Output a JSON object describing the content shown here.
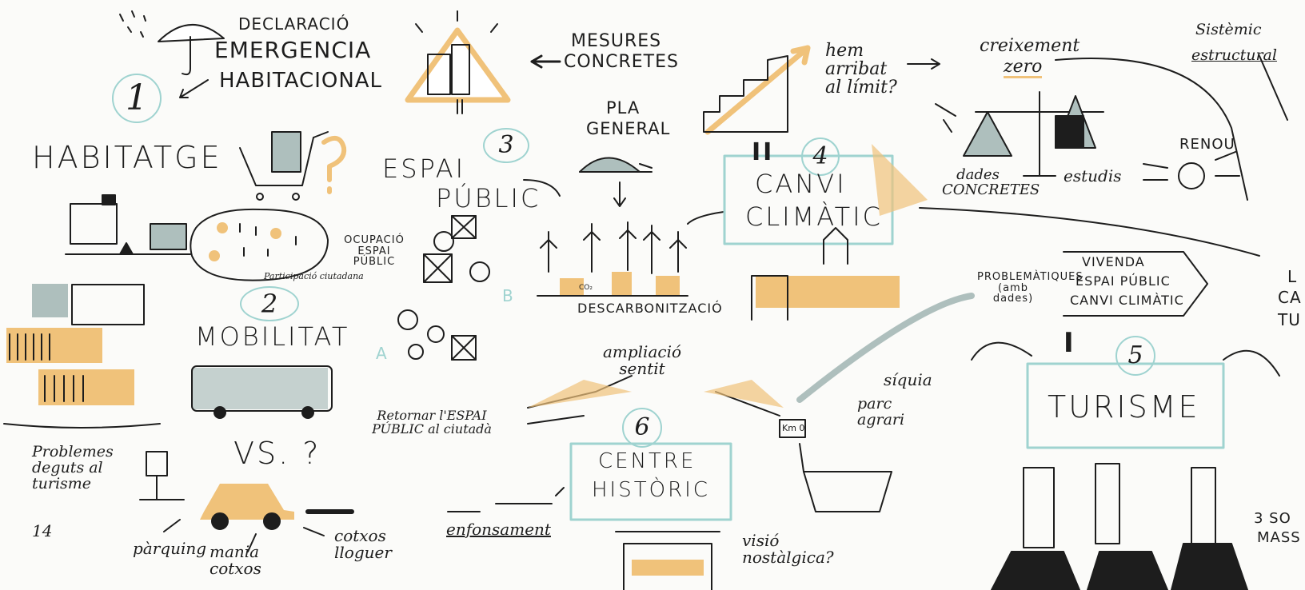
{
  "colors": {
    "accent_yellow": "#f0c27a",
    "accent_teal": "#9fd3d0",
    "ink": "#1d1d1d",
    "grey_teal": "#aebfbd"
  },
  "icons": [
    "umbrella-icon",
    "warning-building-icon",
    "shopping-cart-icon",
    "question-mark-icon",
    "lightbulb-icon",
    "bus-icon",
    "car-icon",
    "parking-sign-icon",
    "turtle-icon",
    "tree-icon",
    "rising-arrow-icon",
    "balance-scale-icon",
    "angry-face-icon",
    "factory-chimney-icon",
    "column-capital-icon",
    "basket-icon",
    "skyline-icon"
  ],
  "topics": {
    "emergency": {
      "line1": "DECLARACIÓ",
      "line2": "EMERGENCIA",
      "line3": "HABITACIONAL"
    },
    "housing": {
      "number": "1",
      "title": "HABITATGE"
    },
    "mobility": {
      "number": "2",
      "title": "MOBILITAT",
      "participation": "Participació ciutadana",
      "vs": "VS. ?",
      "tourism_problems": "Problemes deguts al turisme",
      "tourism_number": "14",
      "parking": "pàrquing",
      "car_mania": "mania cotxos",
      "rental_cars": "cotxos lloguer"
    },
    "public_space": {
      "number": "3",
      "title_1": "ESPAI",
      "title_2": "PÚBLIC",
      "occupation": "OCUPACIÓ ESPAI PÚBLIC",
      "return": "Retornar l'ESPAI PÚBLIC al ciutadà",
      "label_a": "A",
      "label_b": "B"
    },
    "measures": {
      "line1": "MESURES",
      "line2": "CONCRETES"
    },
    "plan": {
      "line1": "PLA",
      "line2": "GENERAL"
    },
    "decarbon": {
      "label": "DESCARBONITZACIÓ",
      "co2": "CO₂"
    },
    "climate": {
      "roman": "II",
      "number": "4",
      "title_1": "CANVI",
      "title_2": "CLIMÀTIC"
    },
    "limit": {
      "reached": "hem arribat al límit?",
      "growth_1": "creixement",
      "growth_2": "zero",
      "data": "dades CONCRETES",
      "studies": "estudis",
      "noise": "RENOU"
    },
    "systemic": {
      "line1": "Sistèmic",
      "line2": "estructural"
    },
    "historic": {
      "number": "6",
      "title_1": "CENTRE",
      "title_2": "HISTÒRIC",
      "widen": "ampliació sentit",
      "sinking": "enfonsament",
      "nostalgic": "visió nostàlgica?"
    },
    "agri": {
      "ditch": "síquia",
      "park": "parc agrari",
      "km0": "Km 0"
    },
    "problems": {
      "label": "PROBLEMÀTIQUES (amb dades)",
      "line1": "VIVENDA",
      "line2": "ESPAI PÚBLIC",
      "line3": "CANVI CLIMÀTIC"
    },
    "tourism": {
      "roman": "I",
      "number": "5",
      "title": "TURISME",
      "edge_1": "L",
      "edge_2": "CA",
      "edge_3": "TU",
      "edge_4": "3 SO",
      "edge_5": "MASS"
    }
  }
}
